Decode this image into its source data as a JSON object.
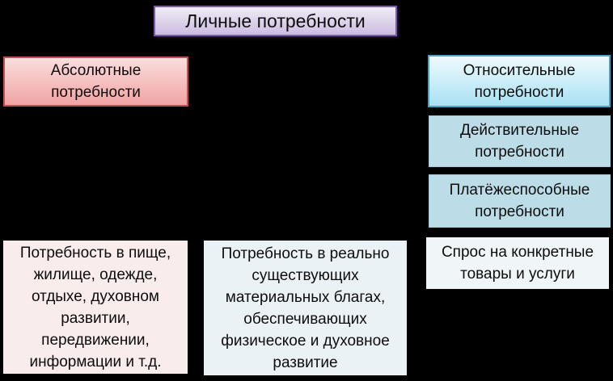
{
  "diagram": {
    "title": {
      "label": "Личные потребности"
    },
    "absolute_branch": {
      "header": "Абсолютные\nпотребности",
      "description": "Потребность в пище,\nжилище, одежде,\nотдыхе, духовном\nразвитии,\nпередвижении,\nинформации и т.д."
    },
    "middle": {
      "description": "Потребность в реально\nсуществующих\nматериальных благах,\nобеспечивающих\nфизическое и духовное\nразвитие"
    },
    "relative_branch": {
      "header": "Относительные\nпотребности",
      "level2": "Действительные\nпотребности",
      "level3": "Платёжеспособные\nпотребности",
      "description": "Спрос на конкретные\nтовары и услуги"
    },
    "colors": {
      "background": "#000000",
      "title_border": "#7B5CA6",
      "title_fill_top": "#F0EBF7",
      "title_fill_bottom": "#CCBDE0",
      "absolute_border": "#BE5252",
      "absolute_fill_top": "#FBDEDE",
      "absolute_fill_bottom": "#F1A3A3",
      "relative_border": "#41A7C6",
      "relative_fill_top": "#EFFAFD",
      "relative_fill_bottom": "#A9E1F3",
      "level_fill": "#BCDDE8",
      "level_border": "#A5CBD9",
      "demand_fill": "#F0F5F7",
      "absolute_desc_fill": "#F9ECEC",
      "relative_desc_fill": "#EBF2F6"
    }
  }
}
